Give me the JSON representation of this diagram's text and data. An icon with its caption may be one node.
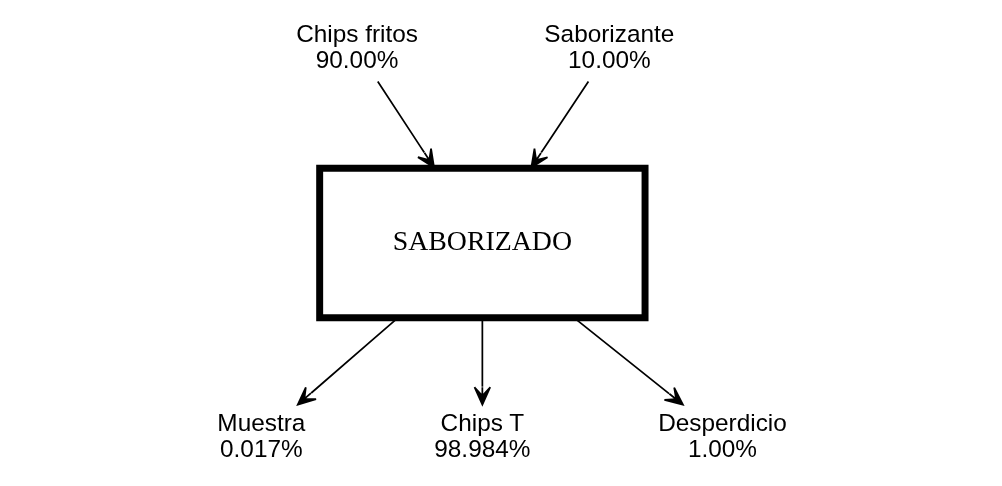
{
  "diagram": {
    "nodes": [
      {
        "text": [
          "Chips fritos",
          "90.00%"
        ]
      },
      {
        "text": [
          "Saborizante",
          "10.00%"
        ]
      },
      {
        "text": [
          "SABORIZADO"
        ]
      },
      {
        "text": [
          "Muestra",
          "0.017%"
        ]
      },
      {
        "text": [
          "Chips T",
          "98.984%"
        ]
      },
      {
        "text": [
          "Desperdicio",
          "1.00%"
        ]
      }
    ],
    "edges": [
      {
        "from": 0,
        "to": 2,
        "arrow": "to"
      },
      {
        "from": 1,
        "to": 2,
        "arrow": "to"
      },
      {
        "from": 2,
        "to": 3,
        "arrow": "to"
      },
      {
        "from": 2,
        "to": 4,
        "arrow": "to"
      },
      {
        "from": 2,
        "to": 5,
        "arrow": "to"
      }
    ]
  }
}
